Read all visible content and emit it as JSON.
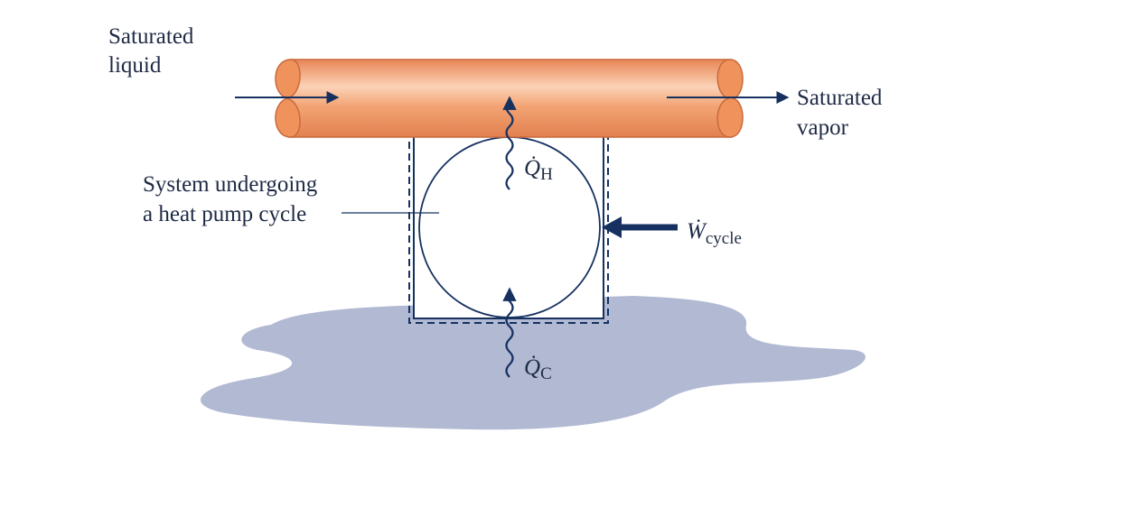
{
  "labels": {
    "inlet_line1": "Saturated",
    "inlet_line2": "liquid",
    "outlet_line1": "Saturated",
    "outlet_line2": "vapor",
    "system_line1": "System undergoing",
    "system_line2": "a heat pump cycle"
  },
  "symbols": {
    "q_hot": {
      "main": "Q̇",
      "sub": "H"
    },
    "q_cold": {
      "main": "Q̇",
      "sub": "C"
    },
    "w_cycle": {
      "main": "Ẇ",
      "sub": "cycle"
    }
  },
  "colors": {
    "pipe_body": "#f0925c",
    "pipe_highlight": "#fbd2b6",
    "pipe_outline": "#c96a3c",
    "cold_reservoir": "#b1b9d3",
    "arrows": "#163160",
    "text": "#1e2a44"
  }
}
